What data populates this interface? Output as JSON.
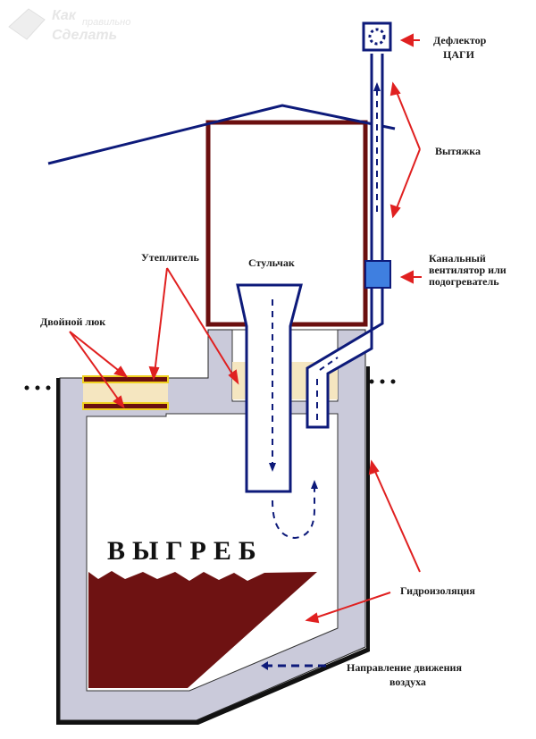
{
  "logo": {
    "line1": "Как",
    "line1b": "правильно",
    "line2": "Сделать"
  },
  "labels": {
    "deflector_line1": "Дефлектор",
    "deflector_line2": "ЦАГИ",
    "exhaust": "Вытяжка",
    "fan_line1": "Канальный",
    "fan_line2": "вентилятор или",
    "fan_line3": "подогреватель",
    "insulation": "Утеплитель",
    "seat": "Стульчак",
    "double_hatch": "Двойной люк",
    "cesspit": "ВЫГРЕБ",
    "waterproofing": "Гидроизоляция",
    "airflow_line1": "Направление движения",
    "airflow_line2": "воздуха"
  },
  "colors": {
    "pipe": "#0d1a7a",
    "wall": "#6b0f0f",
    "concrete": "#c9c9d9",
    "insulation": "#f5e6c0",
    "hatch_border": "#f0d020",
    "arrow": "#e02020",
    "sludge": "#6e1212",
    "fan": "#3f7fe0"
  }
}
